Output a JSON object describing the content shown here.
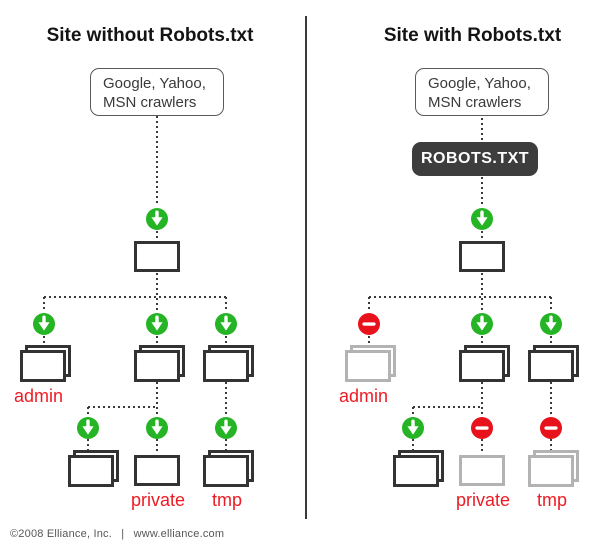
{
  "diagram": {
    "left": {
      "title": "Site without Robots.txt",
      "crawler_box": {
        "line1": "Google, Yahoo,",
        "line2": "MSN crawlers"
      },
      "folder_labels": {
        "admin": "admin",
        "private": "private",
        "tmp": "tmp"
      },
      "access": {
        "root": "allowed",
        "admin": "allowed",
        "folder2": "allowed",
        "folder3": "allowed",
        "subfolder1": "allowed",
        "private": "allowed",
        "tmp": "allowed"
      }
    },
    "right": {
      "title": "Site with Robots.txt",
      "crawler_box": {
        "line1": "Google, Yahoo,",
        "line2": "MSN crawlers"
      },
      "robots_file_label": "ROBOTS.TXT",
      "folder_labels": {
        "admin": "admin",
        "private": "private",
        "tmp": "tmp"
      },
      "access": {
        "root": "allowed",
        "admin": "blocked",
        "folder2": "allowed",
        "folder3": "allowed",
        "subfolder1": "allowed",
        "private": "blocked",
        "tmp": "blocked"
      }
    },
    "icons": {
      "allow": "green-circle-down-arrow",
      "deny": "red-no-entry-sign"
    },
    "colors": {
      "allow_green": "#24b424",
      "deny_red": "#e8121c",
      "label_red": "#ed1c24",
      "robots_box_bg": "#3d3d3d",
      "line_dark": "#3a3a3a",
      "folder_gray": "#b3b3b3"
    }
  },
  "footer": {
    "copyright": "©2008 Elliance, Inc.",
    "separator": "|",
    "website": "www.elliance.com"
  }
}
